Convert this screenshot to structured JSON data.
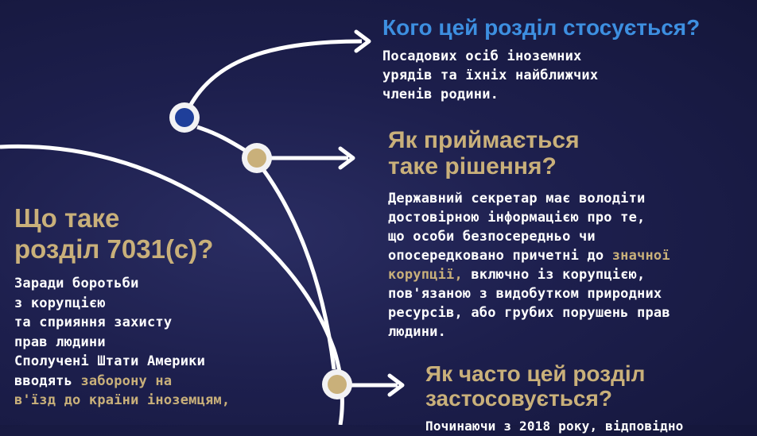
{
  "colors": {
    "background": "#1d1f4d",
    "gold": "#c9b07a",
    "blue": "#3d8fe0",
    "dot_blue": "#1f3f9a"
  },
  "section1": {
    "heading": "Кого цей розділ стосується?",
    "body": [
      "Посадових осіб іноземних",
      "урядів та їхніх найближчих",
      "членів родини."
    ]
  },
  "section2": {
    "heading_lines": [
      "Як приймається",
      "таке рішення?"
    ],
    "body": [
      "Державний секретар має володіти",
      "достовірною інформацією про те,",
      "що особи безпосередньо чи"
    ],
    "body_line4_before": "опосередковано причетні до ",
    "body_line4_highlight": "значної",
    "body_line5_highlight": "корупції,",
    "body_line5_after": " включно із корупцією,",
    "body_rest": [
      "пов'язаною з видобутком природних",
      "ресурсів, або грубих порушень прав",
      "людини."
    ]
  },
  "section3": {
    "heading_lines": [
      "Як часто цей розділ",
      "застосовується?"
    ],
    "body_partial": "Починаючи з 2018 року, відповідно"
  },
  "main": {
    "heading_lines": [
      "Що таке",
      "розділ 7031(c)?"
    ],
    "body": [
      "Заради боротьби",
      "з корупцією",
      "та сприяння захисту",
      "прав людини",
      "Сполучені Штати Америки"
    ],
    "line6_before": "вводять ",
    "line6_highlight": "заборону на",
    "line7_highlight": "в'їзд до країни іноземцям,"
  }
}
